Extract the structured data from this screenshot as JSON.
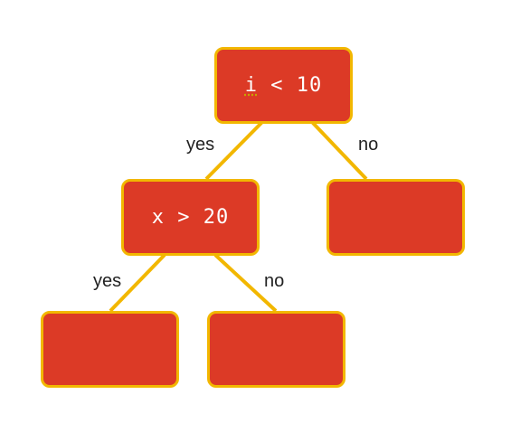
{
  "colors": {
    "node_fill": "#dc3a26",
    "node_border": "#f2b700",
    "edge": "#f2b700",
    "label_text": "#222222"
  },
  "nodes": {
    "root": {
      "condition_var": "i",
      "condition_rest": " < 10"
    },
    "left": {
      "condition": "x > 20"
    },
    "right": {
      "condition": ""
    },
    "left_left": {
      "condition": ""
    },
    "left_right": {
      "condition": ""
    }
  },
  "edges": {
    "root_left": {
      "label": "yes"
    },
    "root_right": {
      "label": "no"
    },
    "left_left": {
      "label": "yes"
    },
    "left_right": {
      "label": "no"
    }
  }
}
